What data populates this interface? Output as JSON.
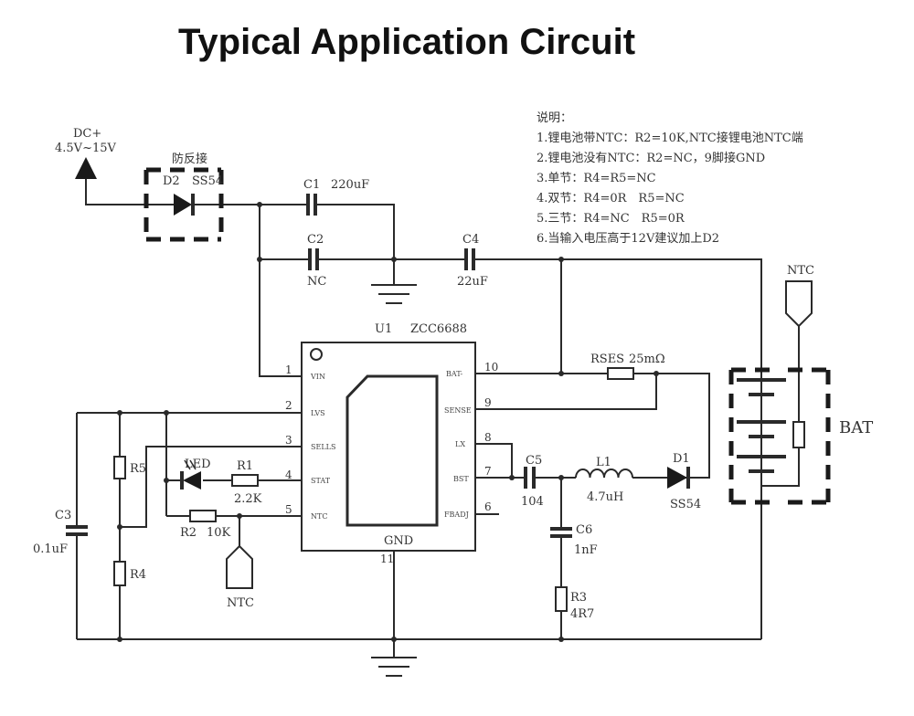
{
  "title": "Typical Application Circuit",
  "notes": {
    "heading": "说明：",
    "items": [
      "1.锂电池带NTC：R2=10K,NTC接锂电池NTC端",
      "2.锂电池没有NTC：R2=NC，9脚接GND",
      "3.单节：R4=R5=NC",
      "4.双节：R4=0R　R5=NC",
      "5.三节：R4=NC　R5=0R",
      "6.当输入电压高于12V建议加上D2"
    ]
  },
  "input": {
    "name": "DC+",
    "range": "4.5V~15V"
  },
  "ic": {
    "ref": "U1",
    "part": "ZCC6688",
    "ground_pin_name": "GND",
    "ground_pin_number": "11",
    "pins": [
      {
        "number": "1",
        "name": "VIN"
      },
      {
        "number": "2",
        "name": "LVS"
      },
      {
        "number": "3",
        "name": "SELLS"
      },
      {
        "number": "4",
        "name": "STAT"
      },
      {
        "number": "5",
        "name": "NTC"
      },
      {
        "number": "10",
        "name": "BAT-"
      },
      {
        "number": "9",
        "name": "SENSE"
      },
      {
        "number": "8",
        "name": "LX"
      },
      {
        "number": "7",
        "name": "BST"
      },
      {
        "number": "6",
        "name": "FBADJ"
      }
    ]
  },
  "components": {
    "d2": {
      "label": "防反接",
      "ref": "D2",
      "value": "SS54"
    },
    "c1": {
      "ref": "C1",
      "value": "220uF"
    },
    "c2": {
      "ref": "C2",
      "value": "NC"
    },
    "c4": {
      "ref": "C4",
      "value": "22uF"
    },
    "c3": {
      "ref": "C3",
      "value": "0.1uF"
    },
    "r5": {
      "ref": "R5"
    },
    "r4": {
      "ref": "R4"
    },
    "led": {
      "ref": "LED"
    },
    "r1": {
      "ref": "R1",
      "value": "2.2K"
    },
    "r2": {
      "ref": "R2",
      "value": "10K"
    },
    "ntc_left": {
      "label": "NTC"
    },
    "rses": {
      "ref": "RSES",
      "value": "25mΩ"
    },
    "c5": {
      "ref": "C5",
      "value": "104"
    },
    "l1": {
      "ref": "L1",
      "value": "4.7uH"
    },
    "d1": {
      "ref": "D1",
      "value": "SS54"
    },
    "c6": {
      "ref": "C6",
      "value": "1nF"
    },
    "r3": {
      "ref": "R3",
      "value": "4R7"
    },
    "ntc_right": {
      "label": "NTC"
    },
    "bat": {
      "label": "BAT"
    }
  }
}
